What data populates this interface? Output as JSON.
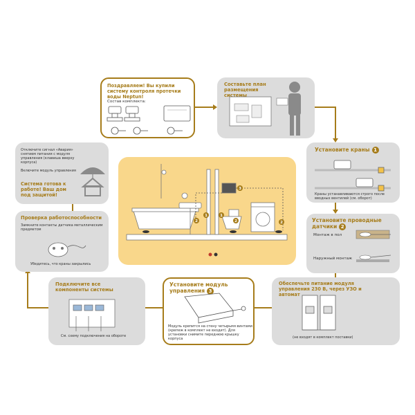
{
  "steps": {
    "congrats": {
      "title": "Поздравляем! Вы купили систему контроля протечки воды Neptun!",
      "subtitle": "Состав комплекта:"
    },
    "plan": {
      "title": "Составьте план размещения системы"
    },
    "valves": {
      "title": "Установите краны",
      "number": "1",
      "note": "Краны устанавливаются строго после вводных вентилей (см. оборот)"
    },
    "sensors": {
      "title": "Установите проводные датчики",
      "number": "2",
      "floor_label": "Монтаж в пол",
      "surface_label": "Наружный монтаж"
    },
    "power": {
      "title": "Обеспечьте питание модуля управления 230 В, через УЗО и автомат",
      "note": "(не входят в комплект поставки)"
    },
    "module": {
      "title": "Установите модуль управления",
      "number": "3",
      "note": "Модуль крепится на стену четырьмя винтами (крепеж в комплект не входит). Для установки снимите переднюю крышку корпуса"
    },
    "connect": {
      "title": "Подключите все компоненты системы",
      "note": "См. схему подключения на обороте"
    },
    "check": {
      "title": "Проверка работоспособности",
      "note": "Замкните контакты датчика металлическим предметом",
      "note2": "Убедитесь, что краны закрылись"
    },
    "ready": {
      "note": "Отключите сигнал «Авария» снятием питания с модуля управления (клавиша вверху корпуса)",
      "note2": "Включите модуль управления",
      "title": "Система готова к работе! Ваш дом под защитой!"
    }
  },
  "center": {
    "markers": [
      "1",
      "1",
      "2",
      "2",
      "2",
      "3"
    ]
  },
  "colors": {
    "accent": "#a67c1a",
    "card_gray": "#dcdcdc",
    "center_bg": "#f9d78b"
  }
}
